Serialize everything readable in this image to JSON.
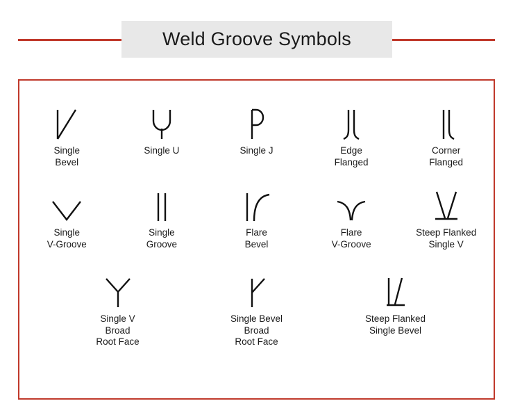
{
  "header": {
    "title": "Weld Groove Symbols",
    "rule_color": "#c0392b",
    "title_background": "#e8e8e8"
  },
  "panel": {
    "border_color": "#c0392b",
    "background": "#ffffff",
    "stroke_color": "#111111"
  },
  "rows": [
    {
      "cells": [
        {
          "icon": "single-bevel-symbol",
          "label": "Single\nBevel"
        },
        {
          "icon": "single-u-symbol",
          "label": "Single U"
        },
        {
          "icon": "single-j-symbol",
          "label": "Single J"
        },
        {
          "icon": "edge-flanged-symbol",
          "label": "Edge\nFlanged"
        },
        {
          "icon": "corner-flanged-symbol",
          "label": "Corner\nFlanged"
        }
      ]
    },
    {
      "cells": [
        {
          "icon": "single-v-groove-symbol",
          "label": "Single\nV-Groove"
        },
        {
          "icon": "single-groove-symbol",
          "label": "Single\nGroove"
        },
        {
          "icon": "flare-bevel-symbol",
          "label": "Flare\nBevel"
        },
        {
          "icon": "flare-v-groove-symbol",
          "label": "Flare\nV-Groove"
        },
        {
          "icon": "steep-flanked-single-v-symbol",
          "label": "Steep Flanked\nSingle V"
        }
      ]
    },
    {
      "cells": [
        {
          "icon": "single-v-broad-root-face-symbol",
          "label": "Single V\nBroad\nRoot Face"
        },
        {
          "icon": "single-bevel-broad-root-face-symbol",
          "label": "Single Bevel\nBroad\nRoot Face"
        },
        {
          "icon": "steep-flanked-single-bevel-symbol",
          "label": "Steep Flanked\nSingle Bevel"
        }
      ]
    }
  ]
}
